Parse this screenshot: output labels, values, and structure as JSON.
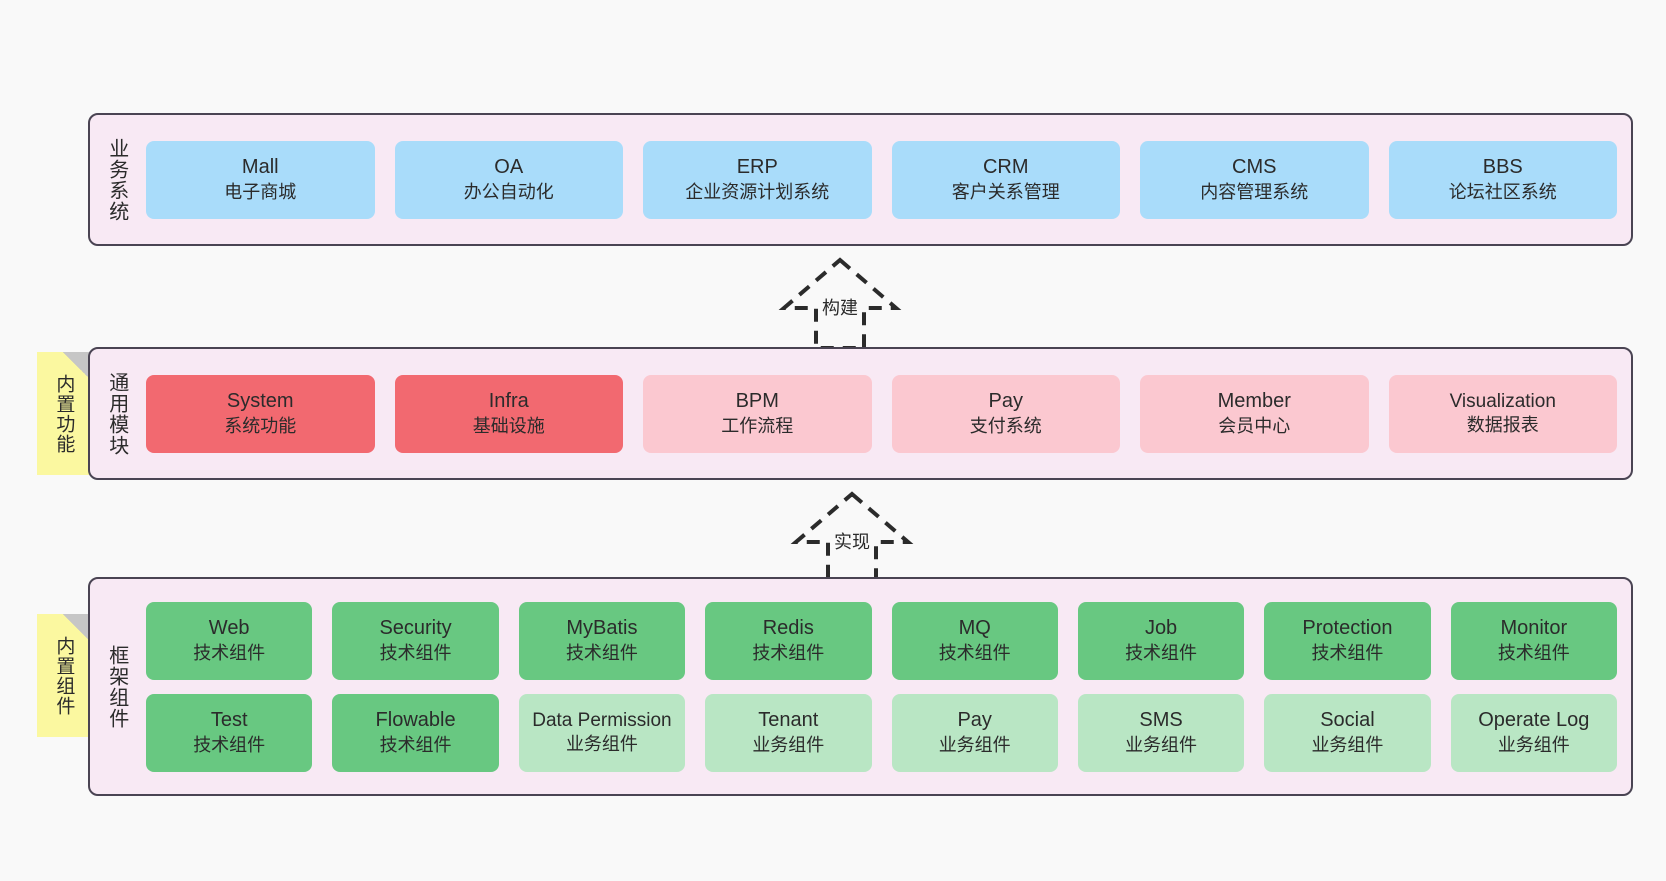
{
  "colors": {
    "canvas_bg": "#f9f9f9",
    "layer_bg": "#f8e9f4",
    "layer_border": "#4a4453",
    "business_card": "#a9dcfa",
    "module_core": "#f26970",
    "module_plain": "#fbc8d0",
    "tech_component": "#68c881",
    "biz_component": "#b9e6c4",
    "note_bg": "#fbf8a0",
    "note_fold": "#c6c6c6",
    "text": "#2b2b2b"
  },
  "layers": {
    "business": {
      "title": "业务系统",
      "cards": [
        {
          "name": "Mall",
          "desc": "电子商城"
        },
        {
          "name": "OA",
          "desc": "办公自动化"
        },
        {
          "name": "ERP",
          "desc": "企业资源计划系统"
        },
        {
          "name": "CRM",
          "desc": "客户关系管理"
        },
        {
          "name": "CMS",
          "desc": "内容管理系统"
        },
        {
          "name": "BBS",
          "desc": "论坛社区系统"
        }
      ]
    },
    "modules": {
      "title": "通用模块",
      "note": "内置功能",
      "cards": [
        {
          "name": "System",
          "desc": "系统功能",
          "style": "core"
        },
        {
          "name": "Infra",
          "desc": "基础设施",
          "style": "core"
        },
        {
          "name": "BPM",
          "desc": "工作流程",
          "style": "plain"
        },
        {
          "name": "Pay",
          "desc": "支付系统",
          "style": "plain"
        },
        {
          "name": "Member",
          "desc": "会员中心",
          "style": "plain"
        },
        {
          "name": "Visualization",
          "desc": "数据报表",
          "style": "plain"
        }
      ]
    },
    "framework": {
      "title": "框架组件",
      "note": "内置组件",
      "row1": [
        {
          "name": "Web",
          "desc": "技术组件",
          "style": "tech"
        },
        {
          "name": "Security",
          "desc": "技术组件",
          "style": "tech"
        },
        {
          "name": "MyBatis",
          "desc": "技术组件",
          "style": "tech"
        },
        {
          "name": "Redis",
          "desc": "技术组件",
          "style": "tech"
        },
        {
          "name": "MQ",
          "desc": "技术组件",
          "style": "tech"
        },
        {
          "name": "Job",
          "desc": "技术组件",
          "style": "tech"
        },
        {
          "name": "Protection",
          "desc": "技术组件",
          "style": "tech"
        },
        {
          "name": "Monitor",
          "desc": "技术组件",
          "style": "tech"
        }
      ],
      "row2": [
        {
          "name": "Test",
          "desc": "技术组件",
          "style": "tech"
        },
        {
          "name": "Flowable",
          "desc": "技术组件",
          "style": "tech"
        },
        {
          "name": "Data Permission",
          "desc": "业务组件",
          "style": "biz"
        },
        {
          "name": "Tenant",
          "desc": "业务组件",
          "style": "biz"
        },
        {
          "name": "Pay",
          "desc": "业务组件",
          "style": "biz"
        },
        {
          "name": "SMS",
          "desc": "业务组件",
          "style": "biz"
        },
        {
          "name": "Social",
          "desc": "业务组件",
          "style": "biz"
        },
        {
          "name": "Operate Log",
          "desc": "业务组件",
          "style": "biz"
        }
      ]
    }
  },
  "arrows": [
    {
      "label": "构建"
    },
    {
      "label": "实现"
    }
  ]
}
